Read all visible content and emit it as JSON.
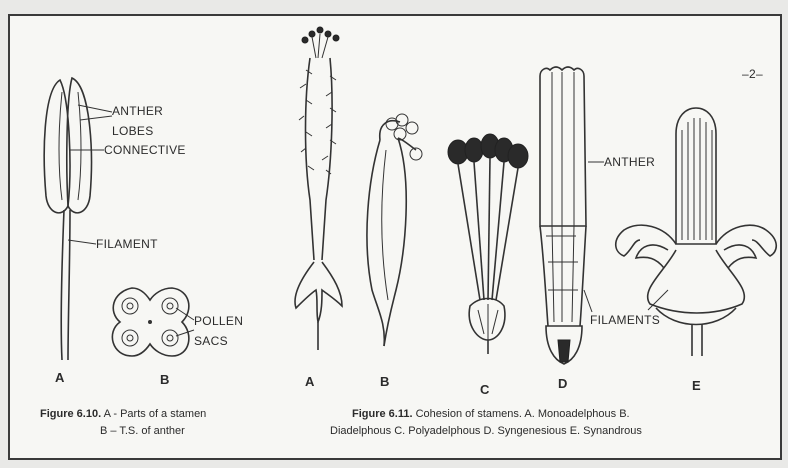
{
  "left_figure": {
    "labels": {
      "anther_lobes_1": "ANTHER",
      "anther_lobes_2": "LOBES",
      "connective": "CONNECTIVE",
      "filament": "FILAMENT",
      "pollen_1": "POLLEN",
      "pollen_2": "SACS"
    },
    "letters": {
      "a": "A",
      "b": "B"
    },
    "caption": {
      "fig_no": "Figure 6.10.",
      "line1": " A - Parts of a stamen",
      "line2": "B – T.S. of anther"
    }
  },
  "right_figure": {
    "labels": {
      "anther": "ANTHER",
      "filaments": "FILAMENTS"
    },
    "letters": {
      "a": "A",
      "b": "B",
      "c": "C",
      "d": "D",
      "e": "E"
    },
    "caption": {
      "fig_no": "Figure 6.11.",
      "line1": " Cohesion of stamens. A. Monoadelphous B.",
      "line2": "Diadelphous C. Polyadelphous D. Syngenesious E. Synandrous"
    }
  },
  "margin_mark": "–2–"
}
